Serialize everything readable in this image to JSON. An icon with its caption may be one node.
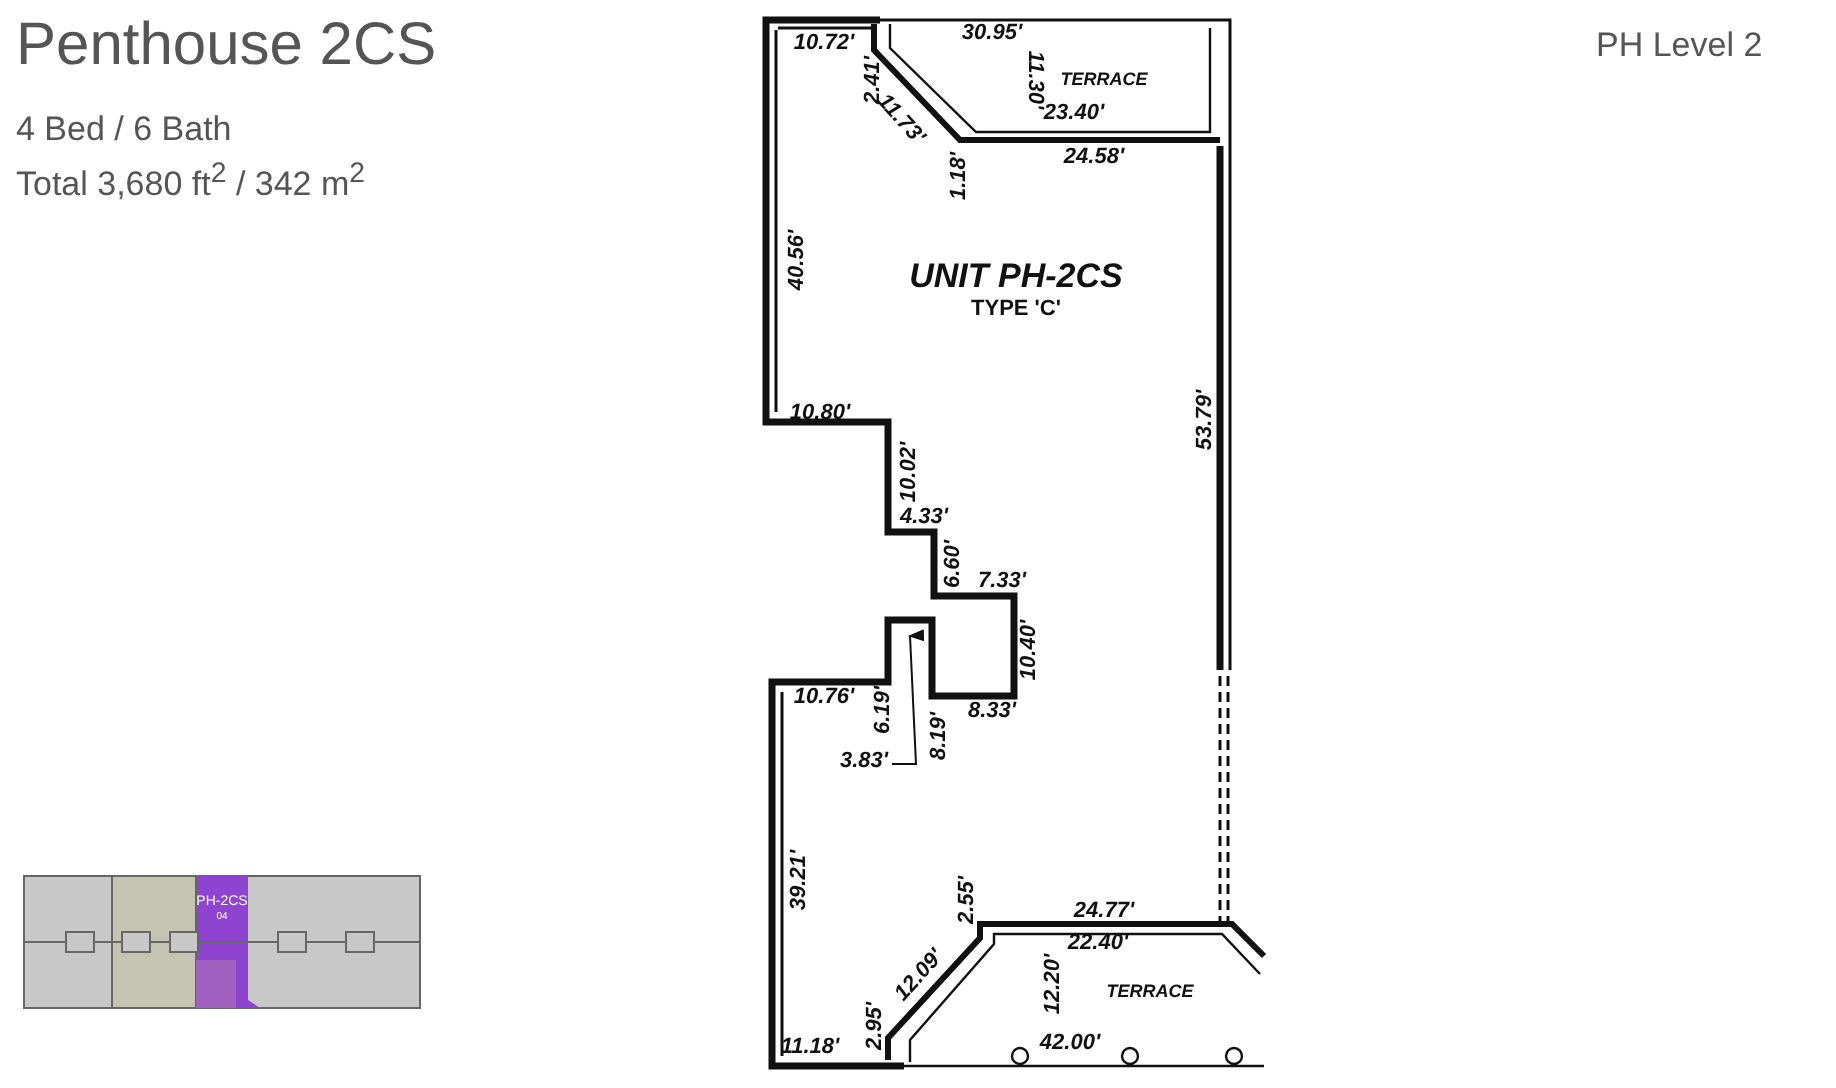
{
  "diagram": {
    "title": "Penthouse 2CS",
    "labels": [
      "4 Bed / 6 Bath",
      "Total 3,680 ft$^{2}$ / 342 m$^{2}$",
      "PH Level 2",
      "10.72'",
      "30.95'",
      "2.41'",
      "11.73'",
      "11.30'",
      "TERRACE",
      "23.40'",
      "1.18'",
      "24.58'",
      "40.56'",
      "UNIT PH-2CS",
      "TYPE 'C'",
      "53.79'",
      "10.80'",
      "10.02'",
      "4.33'",
      "6.60'",
      "7.33'",
      "10.40'",
      "10.76'",
      "6.19'",
      "8.19'",
      "8.33'",
      "3.83'",
      "39.21'",
      "2.55'",
      "24.77'",
      "22.40'",
      "12.09'",
      "12.20'",
      "TERRACE",
      "2.95'",
      "11.18'",
      "42.00'",
      "PH-2CS",
      "04"
    ]
  }
}
